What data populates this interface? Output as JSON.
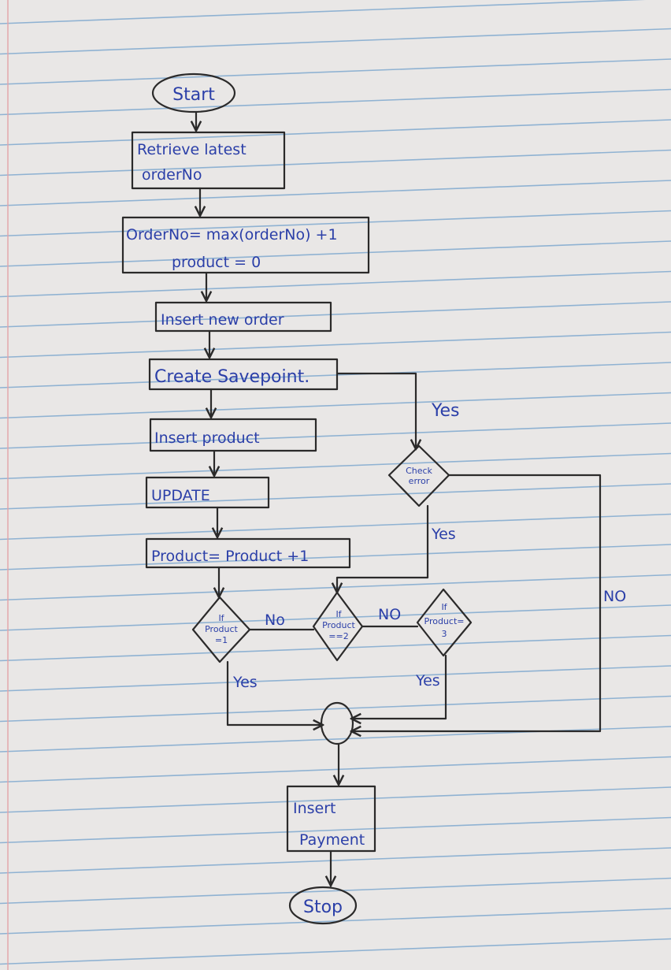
{
  "nodes": {
    "start": "Start",
    "retrieve_line1": "Retrieve latest",
    "retrieve_line2": "orderNo",
    "assign_line1": "OrderNo= max(orderNo) +1",
    "assign_line2": "product = 0",
    "insert_order": "Insert new order",
    "savepoint": "Create Savepoint.",
    "insert_product": "Insert product",
    "update": "UPDATE",
    "increment": "Product= Product +1",
    "check_error_line1": "Check",
    "check_error_line2": "error",
    "if1_line1": "If",
    "if1_line2": "Product",
    "if1_line3": "=1",
    "if2_line1": "If",
    "if2_line2": "Product",
    "if2_line3": "==2",
    "if3_line1": "If",
    "if3_line2": "Product=",
    "if3_line3": "3",
    "insert_payment_line1": "Insert",
    "insert_payment_line2": "Payment",
    "stop": "Stop"
  },
  "edges": {
    "yes_check_top": "Yes",
    "yes_check_bottom": "Yes",
    "no_right": "NO",
    "no_if1": "No",
    "no_if2": "NO",
    "yes_if1": "Yes",
    "yes_if3": "Yes"
  },
  "colors": {
    "paper": "#e9e7e6",
    "rule_line": "#8fb2d2",
    "ink": "#2b2a2a",
    "handwriting": "#2b3fa8"
  }
}
